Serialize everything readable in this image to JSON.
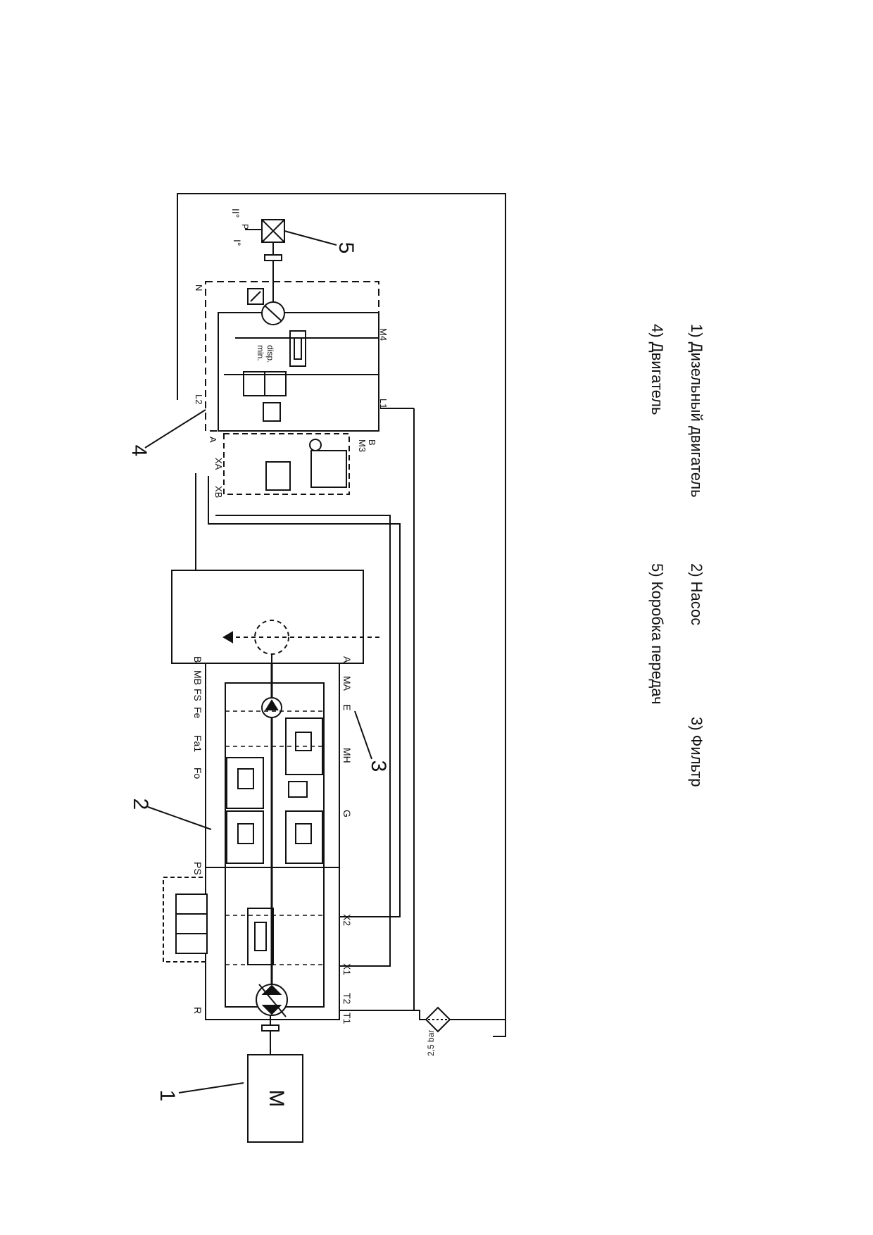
{
  "callouts": {
    "engine": "1",
    "pump": "2",
    "filter": "3",
    "motor": "4",
    "gearbox": "5"
  },
  "legend": {
    "item1": "1) Дизельный двигатель",
    "item2": "2) Насос",
    "item3": "3) Фильтр",
    "item4": "4) Двигатель",
    "item5": "5) Коробка передач"
  },
  "pump_ports": {
    "R": "R",
    "PS": "PS",
    "Fo": "Fo",
    "Fa1": "Fa1",
    "Fe": "Fe",
    "FS": "FS",
    "MB": "MB",
    "B": "B",
    "T1": "T1",
    "T2": "T2",
    "X1": "X1",
    "X2": "X2",
    "G": "G",
    "MH": "MH",
    "E": "E",
    "MA": "MA",
    "A": "A"
  },
  "motor_ports": {
    "XB": "XB",
    "XA": "XA",
    "A": "A",
    "L2": "L2",
    "N": "N",
    "M3": "M3",
    "B": "B",
    "L1": "L1",
    "M4": "M4"
  },
  "annotations": {
    "pressure": "2,5 bar",
    "min_disp_1": "min.",
    "min_disp_2": "disp.",
    "gear_I": "I°",
    "gear_II": "II°",
    "gear_P": "P",
    "engine_symbol": "M"
  }
}
